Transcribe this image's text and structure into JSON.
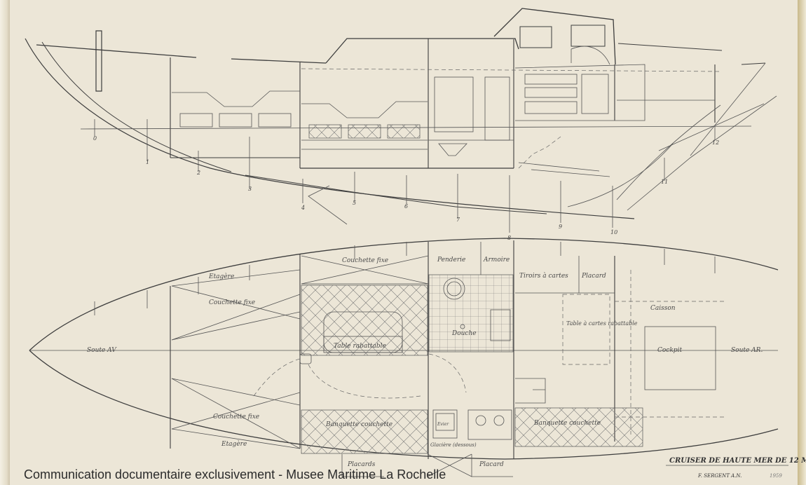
{
  "plan": {
    "station_numbers": [
      "0",
      "1",
      "2",
      "3",
      "4",
      "5",
      "6",
      "7",
      "8",
      "9",
      "10",
      "11",
      "12"
    ],
    "labels": {
      "soute_av": "Soute AV",
      "soute_ar": "Soute AR.",
      "etagere_top": "Etagère",
      "etagere_bottom": "Etagère",
      "couchette_fixe_fwd_top": "Couchette fixe",
      "couchette_fixe_fwd_bottom": "Couchette fixe",
      "couchette_fixe_main": "Couchette fixe",
      "penderie": "Penderie",
      "armoire": "Armoire",
      "tiroirs_a_cartes": "Tiroirs à cartes",
      "placard_top": "Placard",
      "table_rabattable": "Table rabattable",
      "douche": "Douche",
      "table_a_cartes": "Table à cartes rabattable",
      "caisson": "Caisson",
      "cockpit": "Cockpit",
      "banquette_couchette_left": "Banquette couchette",
      "banquette_couchette_right": "Banquette couchette",
      "evier": "Evier",
      "glaciere": "Glacière (dessous)",
      "placards_bottom": "Placards",
      "placard_bottom": "Placard"
    }
  },
  "title_block": {
    "title": "CRUISER DE HAUTE MER DE 12 M",
    "author": "F. SERGENT A.N.",
    "ref": "1959"
  },
  "watermark": "Communication documentaire exclusivement - Musee Maritime La Rochelle"
}
